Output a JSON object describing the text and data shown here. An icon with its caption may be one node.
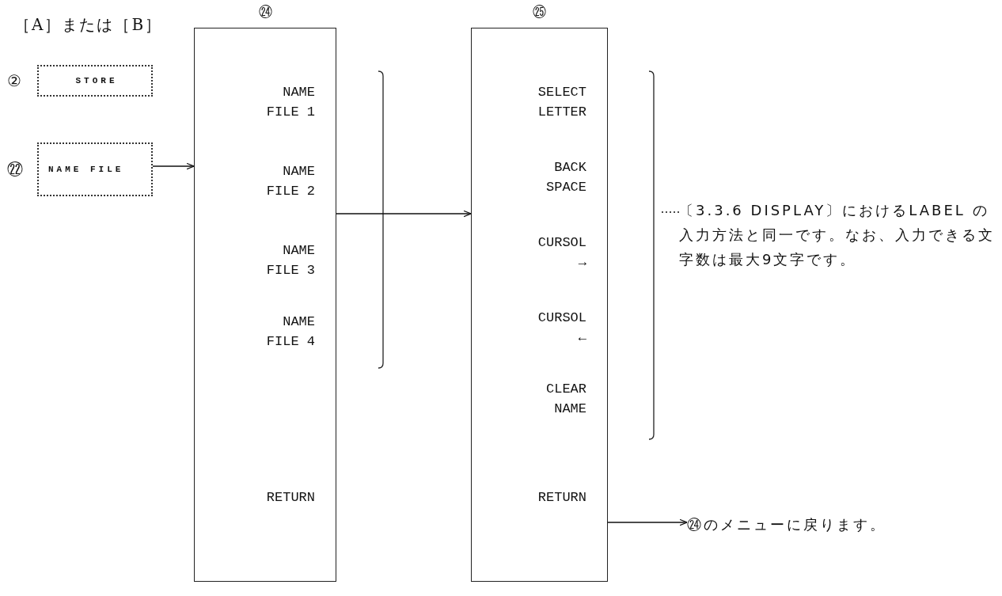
{
  "diagram": {
    "nodes": [
      {
        "text": [
          "STORE"
        ],
        "beside": [
          "②"
        ]
      },
      {
        "text": [
          "NAME FILE"
        ],
        "beside": [
          "㉒"
        ]
      },
      {
        "text": [
          "㉔",
          "NAME FILE 1",
          "NAME FILE 2",
          "NAME FILE 3",
          "NAME FILE 4",
          "RETURN"
        ]
      },
      {
        "text": [
          "㉕",
          "SELECT LETTER",
          "BACK SPACE",
          "CURSOL →",
          "CURSOL ←",
          "CLEAR NAME",
          "RETURN"
        ]
      },
      {
        "text": [
          "〔3.3.6 DISPLAY〕におけるLABEL の入力方法と同一です。なお、入力できる文字数は最大9文字です。"
        ]
      },
      {
        "text": [
          "㉔のメニューに戻ります。"
        ]
      }
    ],
    "edges": [
      {
        "from": 1,
        "to": 2,
        "arrow": "to"
      },
      {
        "from": 2,
        "to": 3,
        "arrow": "to"
      },
      {
        "from": 4,
        "to": null,
        "arrow": "none",
        "style": "dashed"
      },
      {
        "from": 3,
        "to": 5,
        "arrow": "to"
      }
    ],
    "labels": [
      "［A］または［B］"
    ]
  }
}
